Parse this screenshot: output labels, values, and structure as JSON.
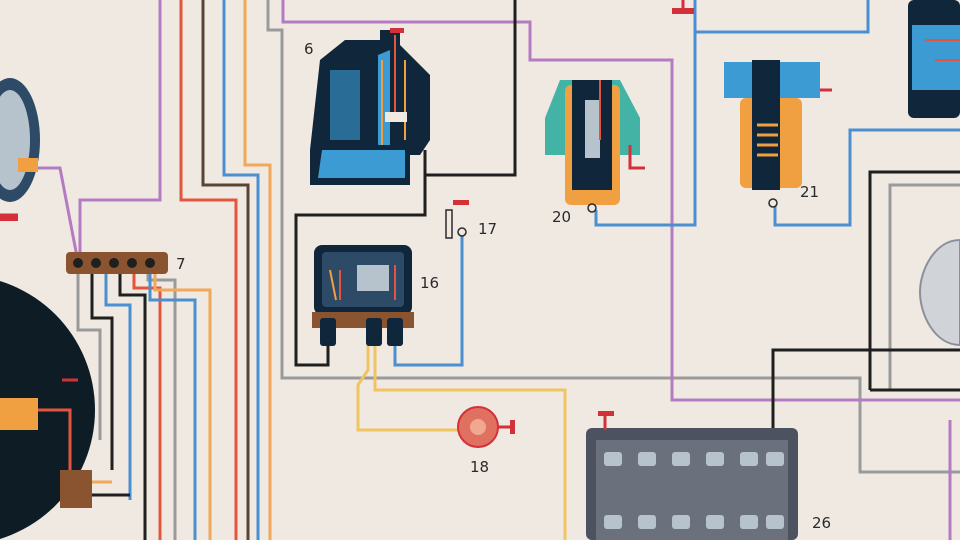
{
  "diagram": {
    "labels": {
      "c6": "6",
      "c7": "7",
      "c16": "16",
      "c17": "17",
      "c18": "18",
      "c20": "20",
      "c21": "21",
      "c26": "26"
    },
    "colors": {
      "paper": "#efe9e2",
      "wire_black": "#1f1f1f",
      "wire_red": "#e4553d",
      "wire_orange": "#f2a85a",
      "wire_yellow": "#f1c463",
      "wire_blue": "#4a90d0",
      "wire_violet": "#b57bc2",
      "wire_gray": "#7d7d7d",
      "wire_brown": "#5a4535",
      "component_dark": "#10263a",
      "component_blue": "#3b9bd2",
      "component_teal": "#43b3a5",
      "component_orange": "#f0a040",
      "connector_brown": "#8a5430",
      "terminal_red": "#d4303a"
    }
  }
}
